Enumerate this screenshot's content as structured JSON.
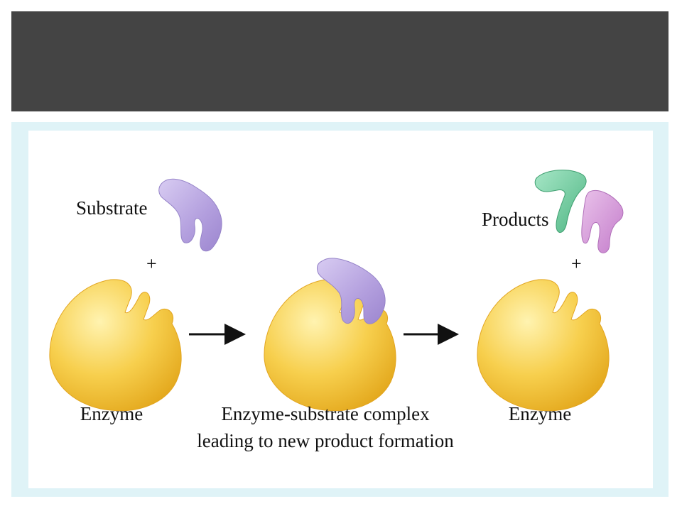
{
  "slide": {
    "title": ""
  },
  "diagram": {
    "substrate_label": "Substrate",
    "products_label": "Products",
    "plus": "+",
    "enzyme_label_left": "Enzyme",
    "complex_label_line1": "Enzyme-substrate complex",
    "complex_label_line2": "leading to new product formation",
    "enzyme_label_right": "Enzyme",
    "colors": {
      "enzyme": "#f7c948",
      "substrate": "#b9a6e0",
      "product_green": "#6cc99b",
      "product_pink": "#d39ad6",
      "arrow": "#111111",
      "frame": "#dff3f7",
      "title_bar": "#444444"
    }
  }
}
